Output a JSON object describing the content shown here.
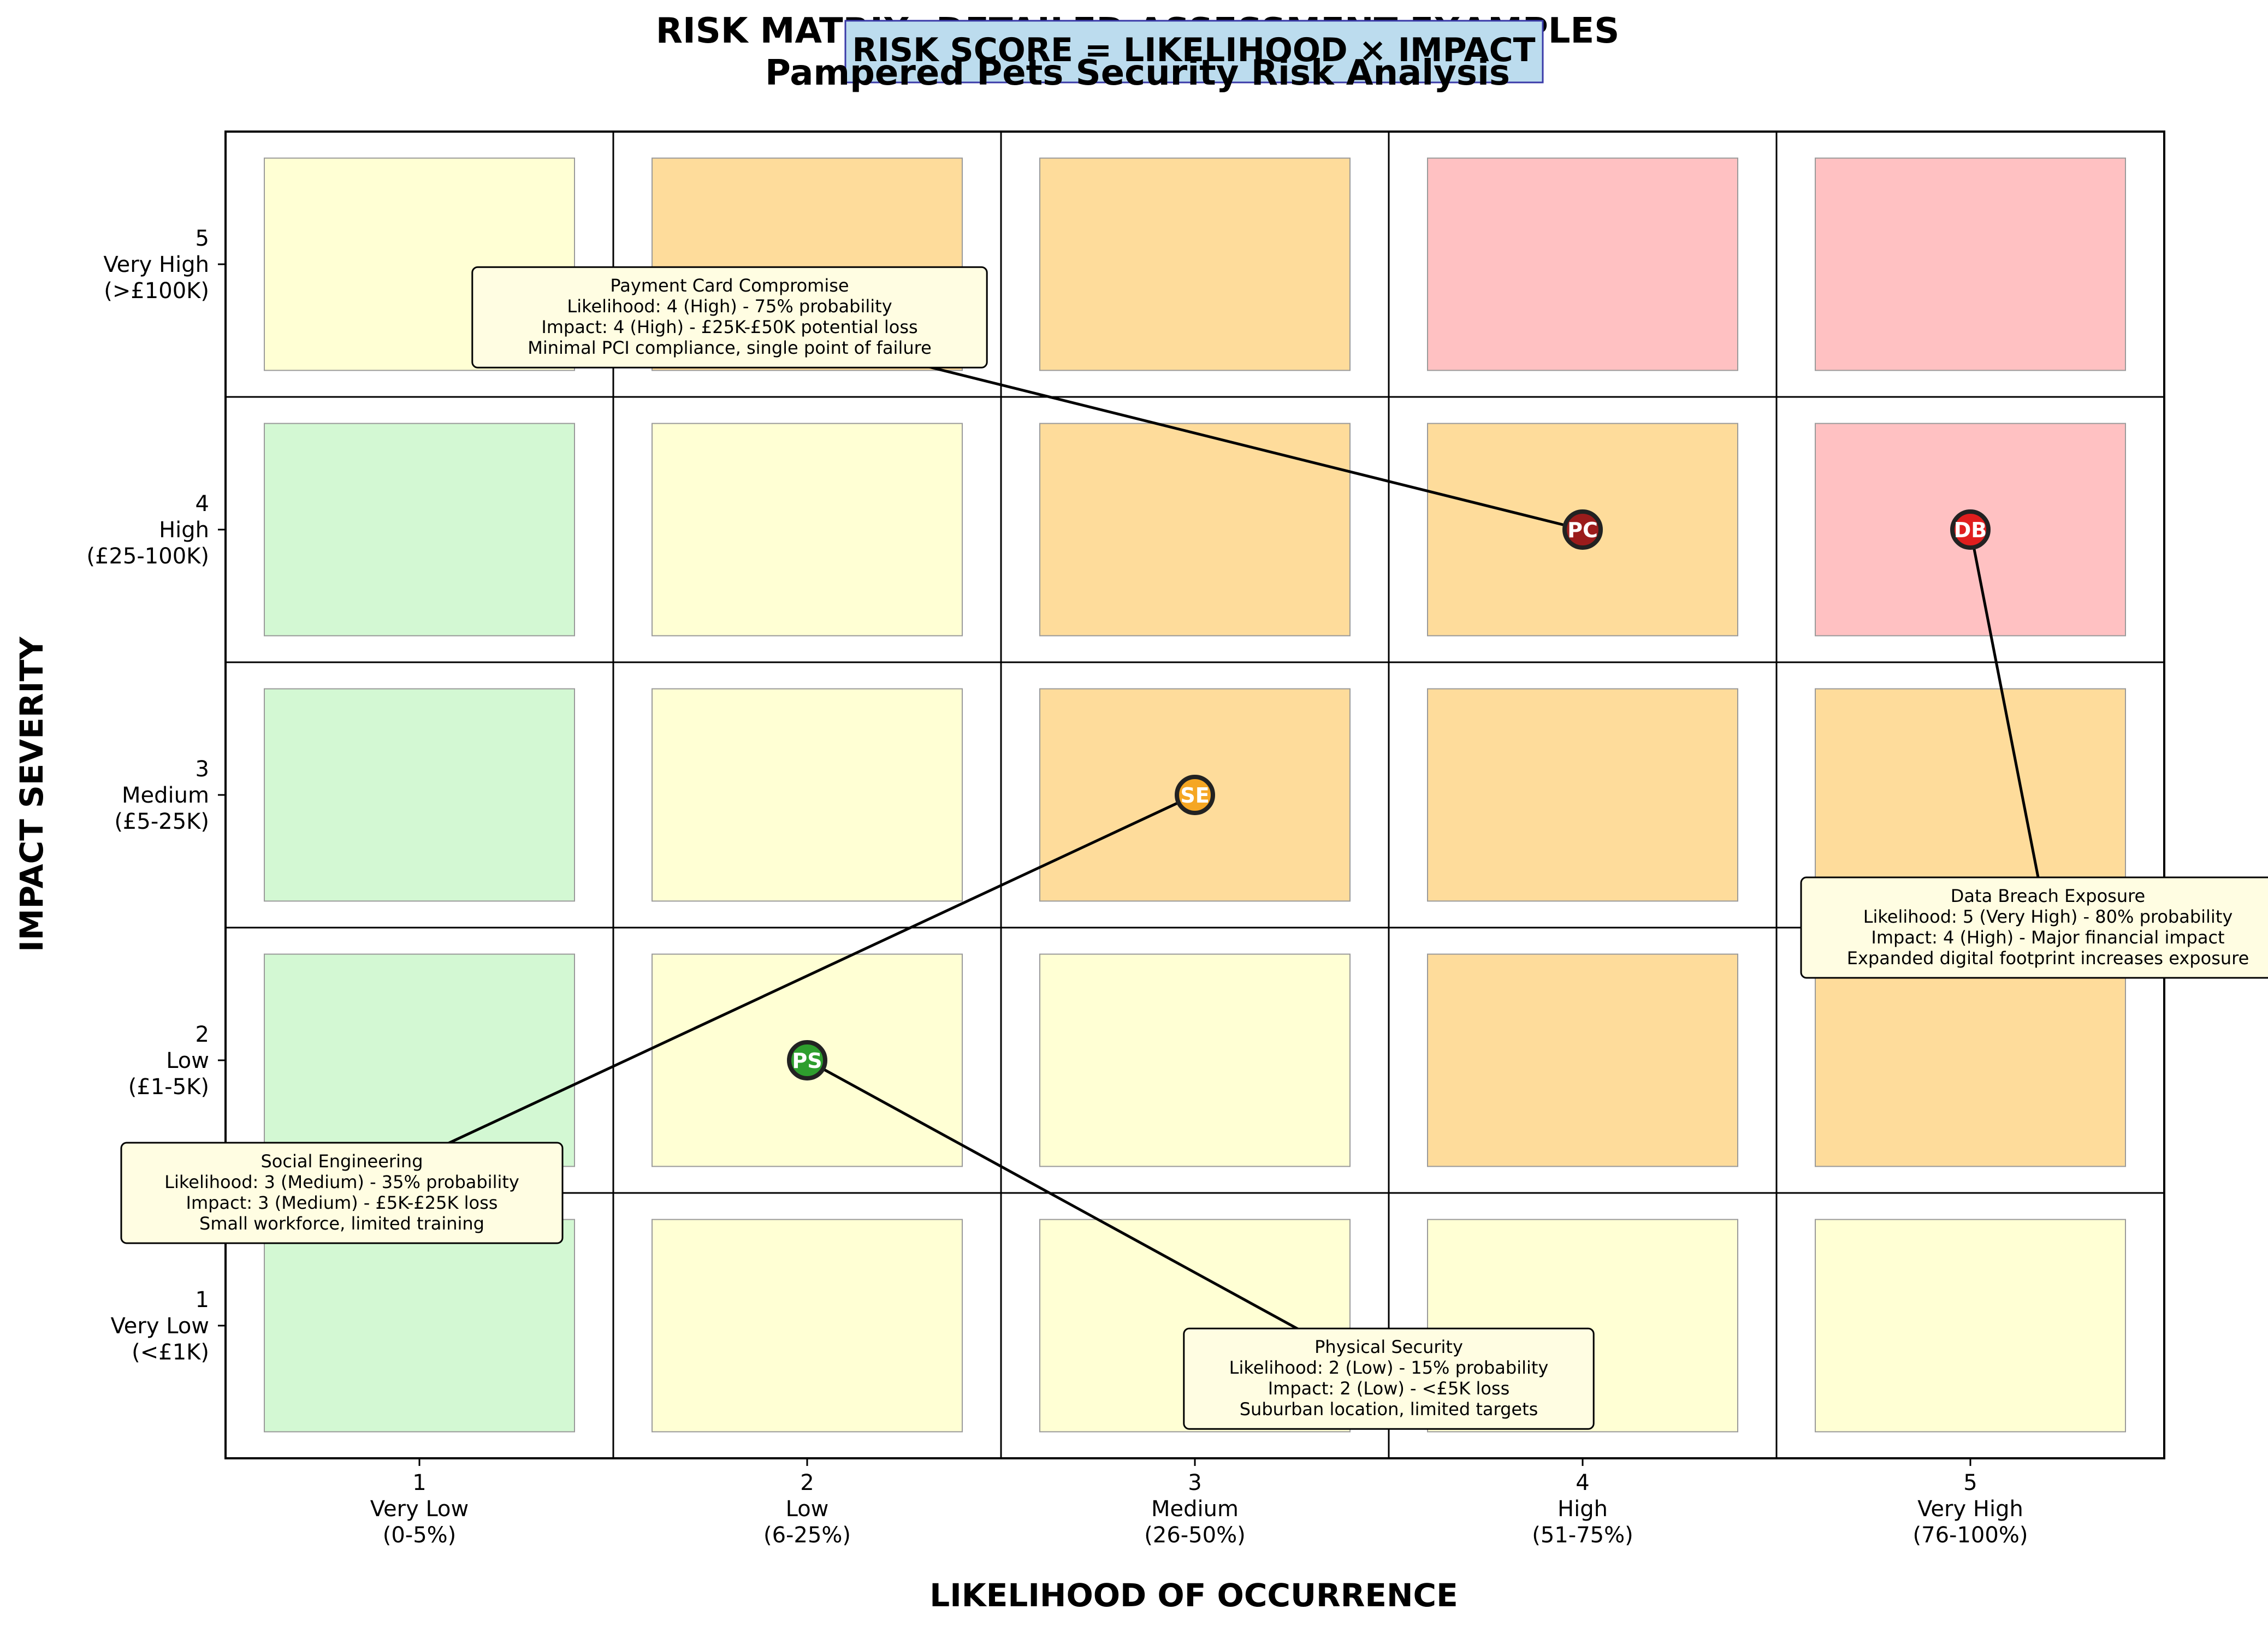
{
  "chart_data": {
    "type": "heatmap",
    "title_line1": "RISK MATRIX: DETAILED ASSESSMENT EXAMPLES",
    "title_line2": "Pampered Pets Security Risk Analysis",
    "formula_box": "RISK SCORE = LIKELIHOOD × IMPACT",
    "xlabel": "LIKELIHOOD OF OCCURRENCE",
    "ylabel": "IMPACT SEVERITY",
    "x_ticks": [
      {
        "value": 1,
        "lines": [
          "1",
          "Very Low",
          "(0-5%)"
        ]
      },
      {
        "value": 2,
        "lines": [
          "2",
          "Low",
          "(6-25%)"
        ]
      },
      {
        "value": 3,
        "lines": [
          "3",
          "Medium",
          "(26-50%)"
        ]
      },
      {
        "value": 4,
        "lines": [
          "4",
          "High",
          "(51-75%)"
        ]
      },
      {
        "value": 5,
        "lines": [
          "5",
          "Very High",
          "(76-100%)"
        ]
      }
    ],
    "y_ticks": [
      {
        "value": 1,
        "lines": [
          "1",
          "Very Low",
          "(<£1K)"
        ]
      },
      {
        "value": 2,
        "lines": [
          "2",
          "Low",
          "(£1-5K)"
        ]
      },
      {
        "value": 3,
        "lines": [
          "3",
          "Medium",
          "(£5-25K)"
        ]
      },
      {
        "value": 4,
        "lines": [
          "4",
          "High",
          "(£25-100K)"
        ]
      },
      {
        "value": 5,
        "lines": [
          "5",
          "Very High",
          "(>£100K)"
        ]
      }
    ],
    "xlim": [
      0.5,
      5.5
    ],
    "ylim": [
      0.5,
      5.5
    ],
    "level_colors": {
      "low": "#d3f8d3",
      "medium": "#ffffd4",
      "high": "#fedc9b",
      "critical": "#ffc1c2"
    },
    "cells": [
      [
        "low",
        "medium",
        "medium",
        "medium",
        "medium"
      ],
      [
        "low",
        "medium",
        "medium",
        "high",
        "high"
      ],
      [
        "low",
        "medium",
        "high",
        "high",
        "high"
      ],
      [
        "low",
        "medium",
        "high",
        "high",
        "critical"
      ],
      [
        "medium",
        "high",
        "high",
        "critical",
        "critical"
      ]
    ],
    "risks": [
      {
        "code": "PC",
        "likelihood": 4,
        "impact": 4,
        "color": "#9b1c1c",
        "label_lines": [
          "Payment Card Compromise",
          "Likelihood: 4 (High) - 75% probability",
          "Impact: 4 (High) - £25K-£50K potential loss",
          "Minimal PCI compliance, single point of failure"
        ],
        "label_anchor": [
          1.8,
          4.8
        ]
      },
      {
        "code": "DB",
        "likelihood": 5,
        "impact": 4,
        "color": "#e01e1e",
        "label_lines": [
          "Data Breach Exposure",
          "Likelihood: 5 (Very High) - 80% probability",
          "Impact: 4 (High) - Major financial impact",
          "Expanded digital footprint increases exposure"
        ],
        "label_anchor": [
          5.2,
          2.5
        ]
      },
      {
        "code": "SE",
        "likelihood": 3,
        "impact": 3,
        "color": "#f5a623",
        "label_lines": [
          "Social Engineering",
          "Likelihood: 3 (Medium) - 35% probability",
          "Impact: 3 (Medium) - £5K-£25K loss",
          "Small workforce, limited training"
        ],
        "label_anchor": [
          0.8,
          1.5
        ]
      },
      {
        "code": "PS",
        "likelihood": 2,
        "impact": 2,
        "color": "#2e9e2e",
        "label_lines": [
          "Physical Security",
          "Likelihood: 2 (Low) - 15% probability",
          "Impact: 2 (Low) - <£5K loss",
          "Suburban location, limited targets"
        ],
        "label_anchor": [
          3.5,
          0.8
        ]
      }
    ]
  }
}
